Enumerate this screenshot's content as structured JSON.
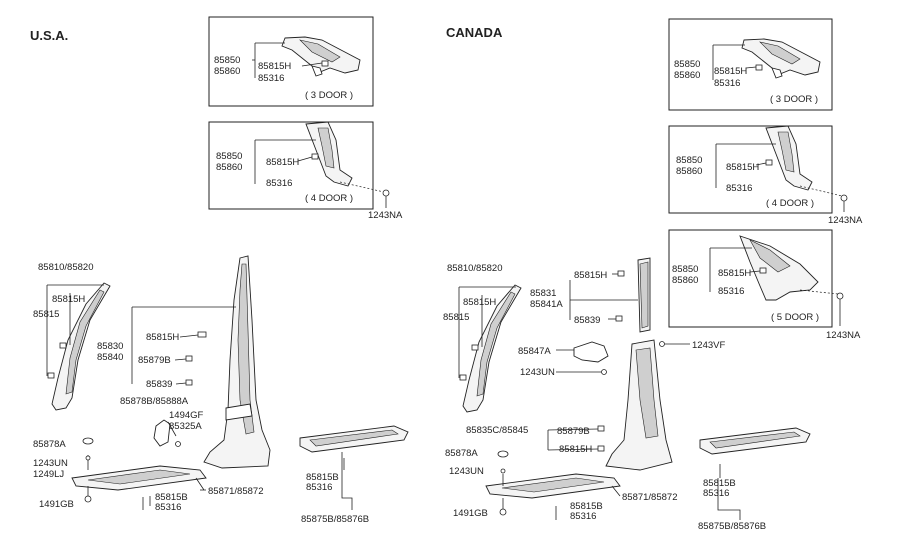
{
  "regions": {
    "usa": "U.S.A.",
    "canada": "CANADA"
  },
  "usa": {
    "box3": {
      "p1": "85850",
      "p2": "85860",
      "c1": "85815H",
      "c2": "85316",
      "caption": "( 3 DOOR )"
    },
    "box4": {
      "p1": "85850",
      "p2": "85860",
      "c1": "85815H",
      "c2": "85316",
      "caption": "( 4 DOOR )",
      "bolt": "1243NA"
    },
    "a_pillar": {
      "top": "85810/85820",
      "clip": "85815H",
      "left": "85815"
    },
    "b_pillar": {
      "p1": "85830",
      "p2": "85840",
      "clip": "85815H",
      "clip2": "85879B",
      "clip3": "85839"
    },
    "lower": {
      "bracket": "85878B/85888A",
      "b1": "1494GF",
      "b2": "85325A",
      "c1": "85878A",
      "c2": "1243UN",
      "c3": "1249LJ",
      "c4": "1491GB",
      "scuff_r": "85871/85872",
      "scuff_clip": "85815B",
      "scuff_clip2": "85316",
      "rear_clip": "85815B",
      "rear_clip2": "85316",
      "rear_scuff": "85875B/85876B"
    }
  },
  "canada": {
    "box3": {
      "p1": "85850",
      "p2": "85860",
      "c1": "85815H",
      "c2": "85316",
      "caption": "( 3 DOOR )"
    },
    "box4": {
      "p1": "85850",
      "p2": "85860",
      "c1": "85815H",
      "c2": "85316",
      "caption": "( 4 DOOR )",
      "bolt": "1243NA"
    },
    "box5": {
      "p1": "85850",
      "p2": "85860",
      "c1": "85815H",
      "c2": "85316",
      "caption": "( 5 DOOR )",
      "bolt": "1243NA"
    },
    "a_pillar": {
      "top": "85810/85820",
      "clip": "85815H",
      "left": "85815"
    },
    "b_upper": {
      "p1": "85831",
      "p2": "85841A",
      "clip": "85815H",
      "clip2": "85839"
    },
    "bracket": {
      "p1": "85847A",
      "bolt": "1243UN",
      "vf": "1243VF"
    },
    "b_lower": {
      "p1": "85835C/85845",
      "clip": "85879B",
      "clip2": "85815H"
    },
    "lower": {
      "c1": "85878A",
      "c2": "1243UN",
      "c4": "1491GB",
      "scuff_r": "85871/85872",
      "scuff_clip": "85815B",
      "scuff_clip2": "85316",
      "rear_clip": "85815B",
      "rear_clip2": "85316",
      "rear_scuff": "85875B/85876B"
    }
  }
}
